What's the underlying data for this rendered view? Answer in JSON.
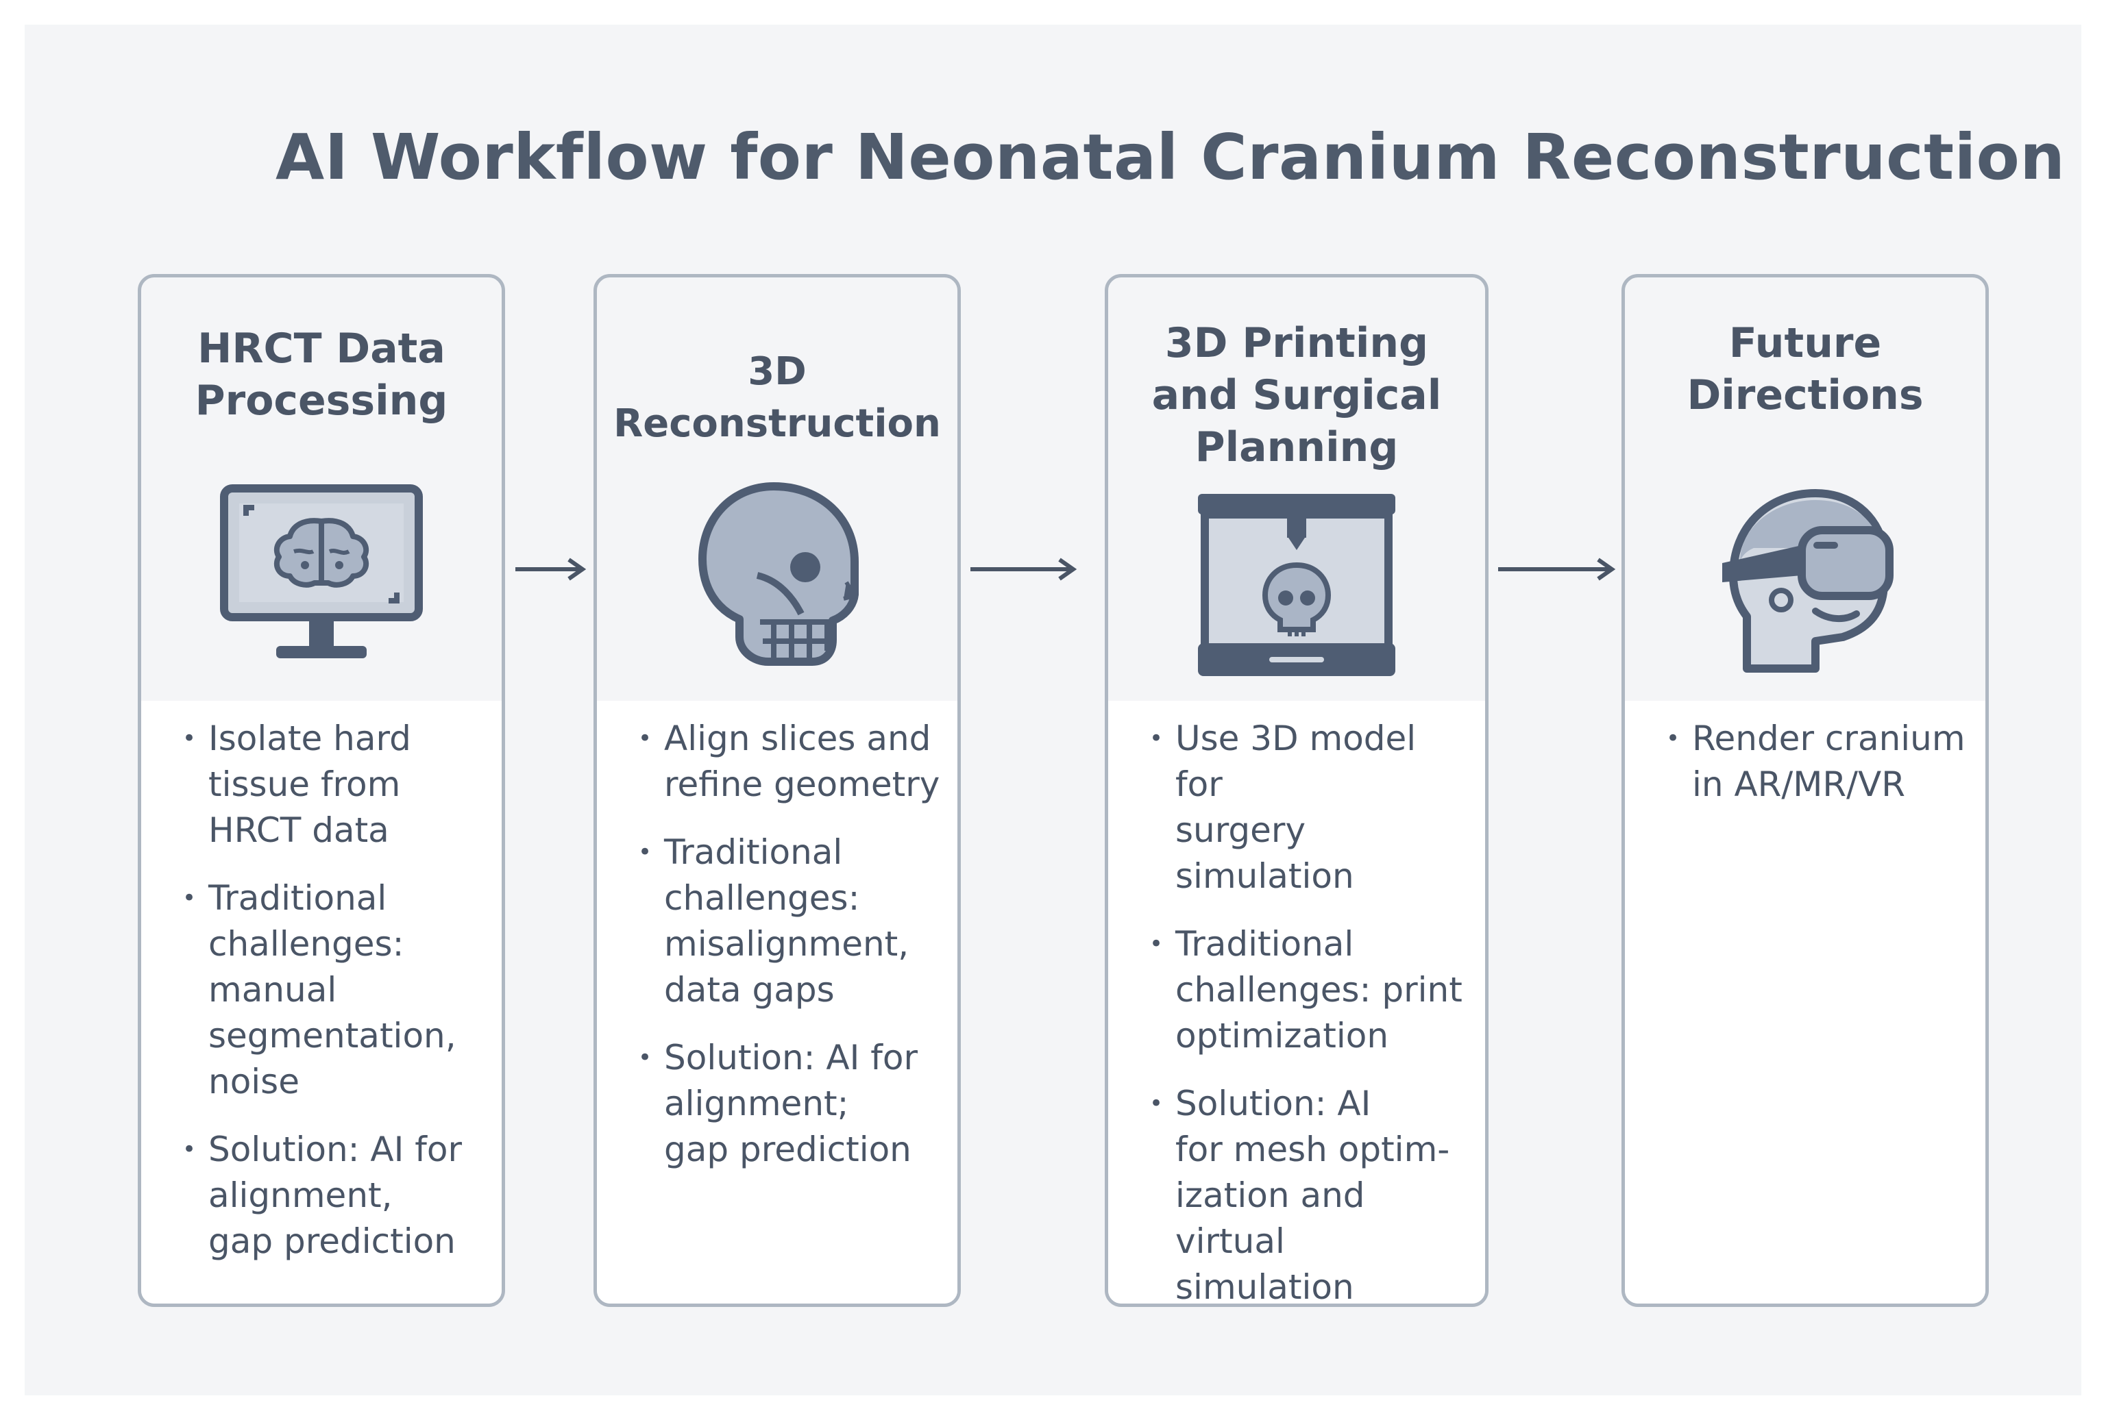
{
  "title": "AI Workflow for Neonatal Cranium Reconstruction",
  "colors": {
    "background": "#f4f5f7",
    "card_border": "#aeb7c2",
    "icon_dark": "#4f5d73",
    "icon_fill": "#aab5c6",
    "text": "#4a5566"
  },
  "stages": [
    {
      "title_lines": [
        "HRCT Data",
        "Processing"
      ],
      "icon": "monitor-brain-icon",
      "bullets": [
        {
          "lines": [
            "Isolate hard",
            "tissue from",
            "HRCT data"
          ]
        },
        {
          "lines": [
            "Traditional",
            "challenges:",
            "manual",
            "segmentation,",
            "noise"
          ]
        },
        {
          "lines": [
            "Solution: AI for",
            "alignment,",
            "gap prediction"
          ]
        }
      ]
    },
    {
      "title_lines": [
        "3D Reconstruction"
      ],
      "icon": "skull-icon",
      "bullets": [
        {
          "lines": [
            "Align slices and",
            "refine geometry"
          ]
        },
        {
          "lines": [
            "Traditional",
            "challenges:",
            "misalignment,",
            "data gaps"
          ]
        },
        {
          "lines": [
            "Solution: AI for",
            "alignment;",
            "gap prediction"
          ]
        }
      ]
    },
    {
      "title_lines": [
        "3D Printing",
        "and Surgical",
        "Planning"
      ],
      "icon": "3d-printer-icon",
      "bullets": [
        {
          "lines": [
            "Use 3D model for",
            "surgery simulation"
          ]
        },
        {
          "lines": [
            "Traditional",
            "challenges: print",
            "optimization"
          ]
        },
        {
          "lines": [
            "Solution: AI",
            "for mesh optim-",
            "ization and",
            "virtual simulation"
          ]
        }
      ]
    },
    {
      "title_lines": [
        "Future",
        "Directions"
      ],
      "icon": "vr-headset-icon",
      "bullets": [
        {
          "lines": [
            "Render cranium",
            "in AR/MR/VR"
          ]
        }
      ]
    }
  ]
}
